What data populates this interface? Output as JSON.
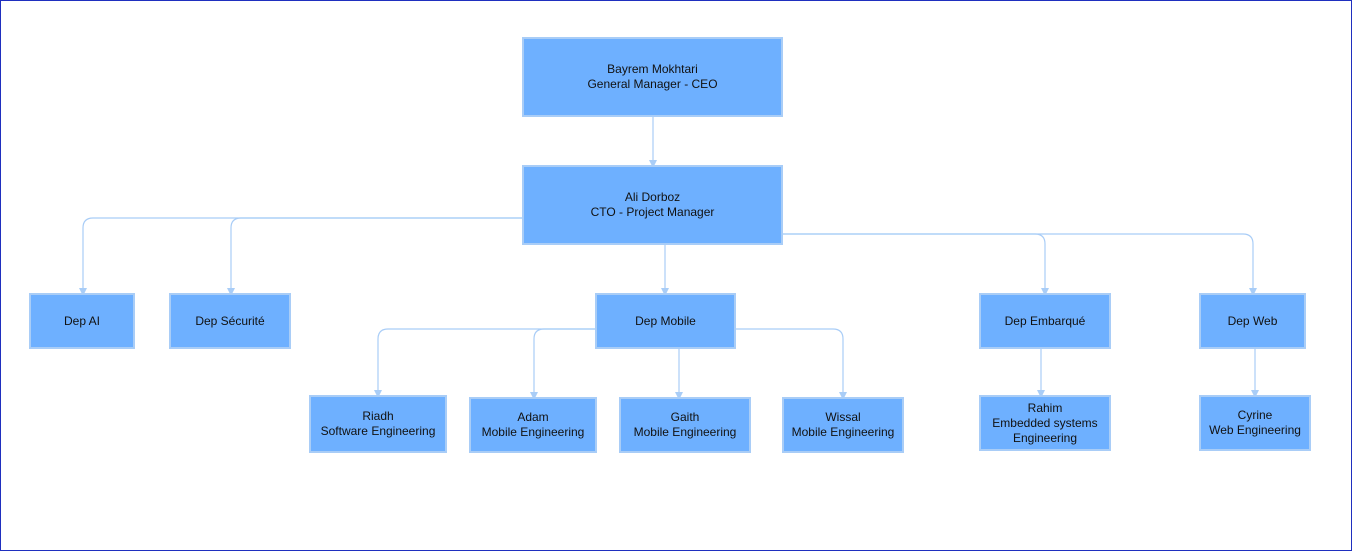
{
  "org": {
    "ceo": {
      "name": "Bayrem Mokhtari",
      "role": "General Manager - CEO"
    },
    "cto": {
      "name": "Ali Dorboz",
      "role": "CTO - Project Manager"
    },
    "departments": {
      "ai": "Dep AI",
      "security": "Dep Sécurité",
      "mobile": "Dep Mobile",
      "embedded": "Dep Embarqué",
      "web": "Dep Web"
    },
    "staff": {
      "riadh": {
        "name": "Riadh",
        "role": "Software Engineering"
      },
      "adam": {
        "name": "Adam",
        "role": "Mobile Engineering"
      },
      "gaith": {
        "name": "Gaith",
        "role": "Mobile Engineering"
      },
      "wissal": {
        "name": "Wissal",
        "role": "Mobile Engineering"
      },
      "rahim": {
        "name": "Rahim",
        "role": "Embedded systems Engineering"
      },
      "cyrine": {
        "name": "Cyrine",
        "role": "Web Engineering"
      }
    }
  },
  "colors": {
    "box_fill": "#6eb0ff",
    "box_border": "#a9cdf7",
    "connector": "#a9cdf7",
    "frame_border": "#1f2fbf"
  }
}
